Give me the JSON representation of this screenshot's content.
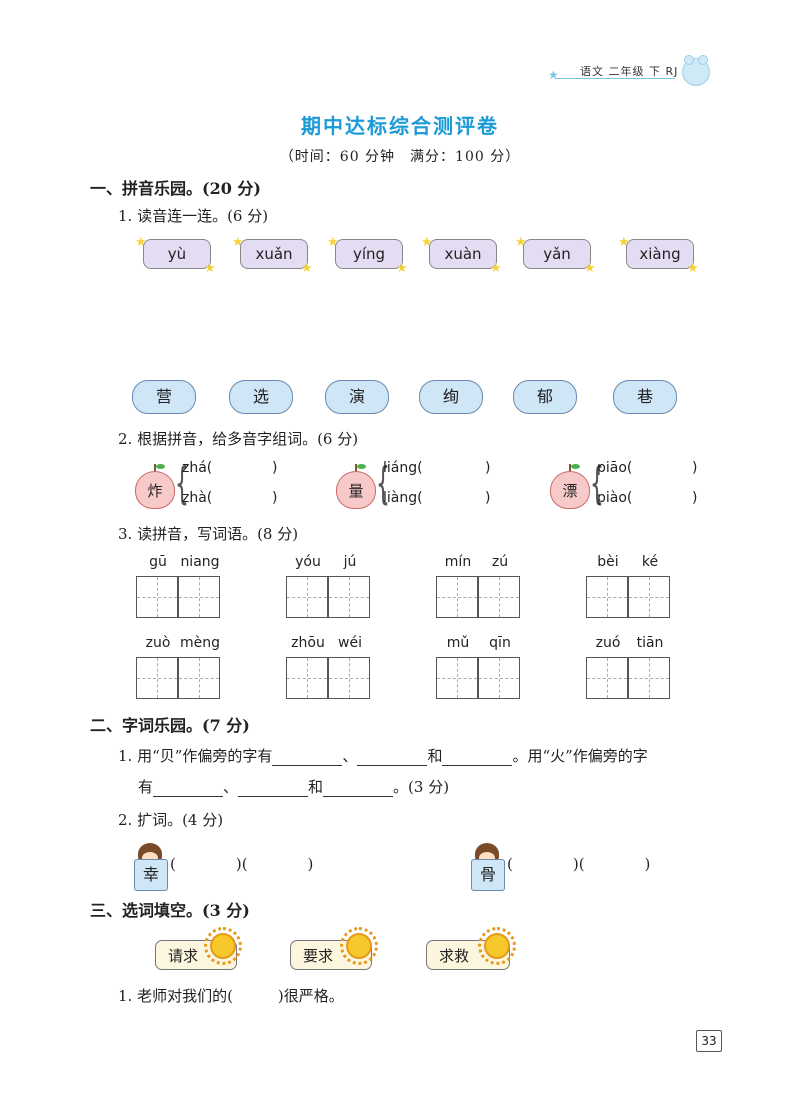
{
  "header": {
    "text": "语文 二年级 下 RJ"
  },
  "title": "期中达标综合测评卷",
  "subtitle": "（时间：60 分钟　满分：100 分）",
  "section1": {
    "heading": "一、拼音乐园。(20 分)",
    "q1": {
      "label": "1. 读音连一连。(6 分)",
      "pinyin": [
        "yù",
        "xuǎn",
        "yíng",
        "xuàn",
        "yǎn",
        "xiàng"
      ],
      "chars": [
        "营",
        "选",
        "演",
        "绚",
        "郁",
        "巷"
      ]
    },
    "q2": {
      "label": "2. 根据拼音，给多音字组词。(6 分)",
      "items": [
        {
          "char": "炸",
          "r1": "zhá(",
          "r2": "zhà("
        },
        {
          "char": "量",
          "r1": "liáng(",
          "r2": "liàng("
        },
        {
          "char": "漂",
          "r1": "piāo(",
          "r2": "piào("
        }
      ],
      "close": ")"
    },
    "q3": {
      "label": "3. 读拼音，写词语。(8 分)",
      "row1": [
        [
          "gū",
          "niang"
        ],
        [
          "yóu",
          "jú"
        ],
        [
          "mín",
          "zú"
        ],
        [
          "bèi",
          "ké"
        ]
      ],
      "row2": [
        [
          "zuò",
          "mèng"
        ],
        [
          "zhōu",
          "wéi"
        ],
        [
          "mǔ",
          "qīn"
        ],
        [
          "zuó",
          "tiān"
        ]
      ]
    }
  },
  "section2": {
    "heading": "二、字词乐园。(7 分)",
    "q1": {
      "p1": "1. 用“贝”作偏旁的字有",
      "sep": "、",
      "and": "和",
      "p2": "。用“火”作偏旁的字",
      "p3": "有",
      "end": "。(3 分)"
    },
    "q2": {
      "label": "2. 扩词。(4 分)",
      "chars": [
        "幸",
        "骨"
      ],
      "blanks": "(　　　　)(　　　　)"
    }
  },
  "section3": {
    "heading": "三、选词填空。(3 分)",
    "words": [
      "请求",
      "要求",
      "求救"
    ],
    "q1": "1. 老师对我们的(　　　)很严格。"
  },
  "page_number": "33"
}
